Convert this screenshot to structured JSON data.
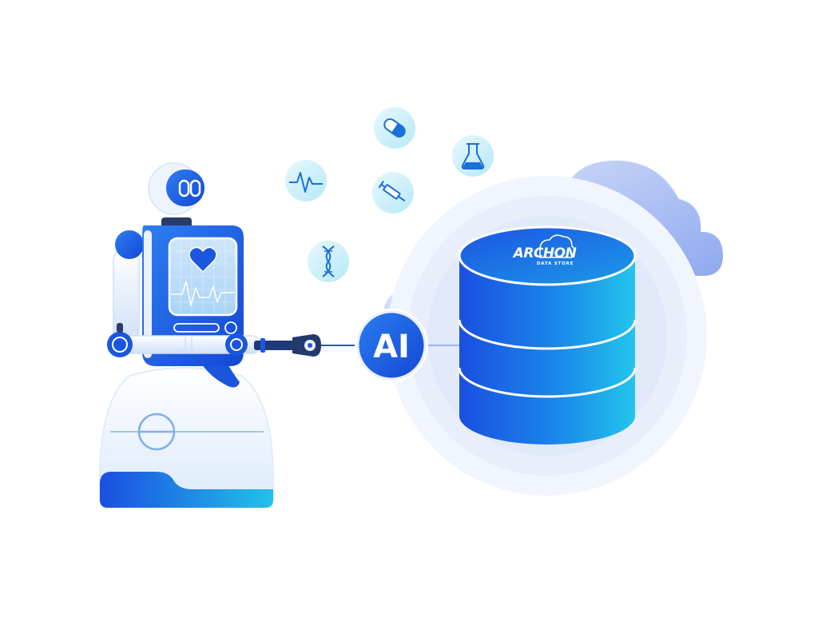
{
  "badge": {
    "label": "AI"
  },
  "logo": {
    "name": "ARCHON",
    "tagline": "DATA STORE"
  },
  "icons": [
    "pill-icon",
    "flask-icon",
    "heartbeat-icon",
    "syringe-icon",
    "dna-icon",
    "heart-icon"
  ],
  "colors": {
    "primary_blue": "#1656e0",
    "cyan": "#22c3ea",
    "cloud_light": "#c5d6f6",
    "cloud_dark": "#8eaaf0",
    "icon_bubble": "#d6f2fb",
    "icon_stroke": "#1a6fd8",
    "robot_white": "#f2f7fe"
  }
}
